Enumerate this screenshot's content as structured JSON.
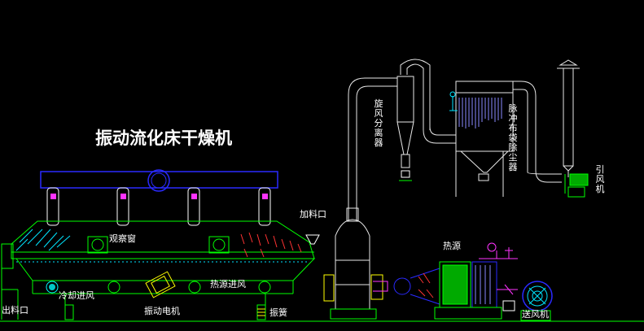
{
  "title": "振动流化床干燥机",
  "labels": {
    "feed_inlet": "加料口",
    "observation_window": "观察窗",
    "discharge_outlet": "出料口",
    "cold_air_inlet": "冷却进风",
    "vibration_motor": "振动电机",
    "hot_air_inlet": "热源进风",
    "spring": "振簧",
    "heat_source": "热源",
    "blower": "送风机",
    "cyclone_separator": "旋风分离器",
    "pulse_bag_filter": "脉冲布袋除尘器",
    "induced_draft_fan": "引风机"
  },
  "colors": {
    "background": "#000000",
    "outline": "#00ff00",
    "frame": "#2a2aff",
    "accent_magenta": "#ff33ff",
    "accent_cyan": "#00e5ff",
    "ducting": "#e8e8e8",
    "hatch_red": "#ff3333"
  }
}
